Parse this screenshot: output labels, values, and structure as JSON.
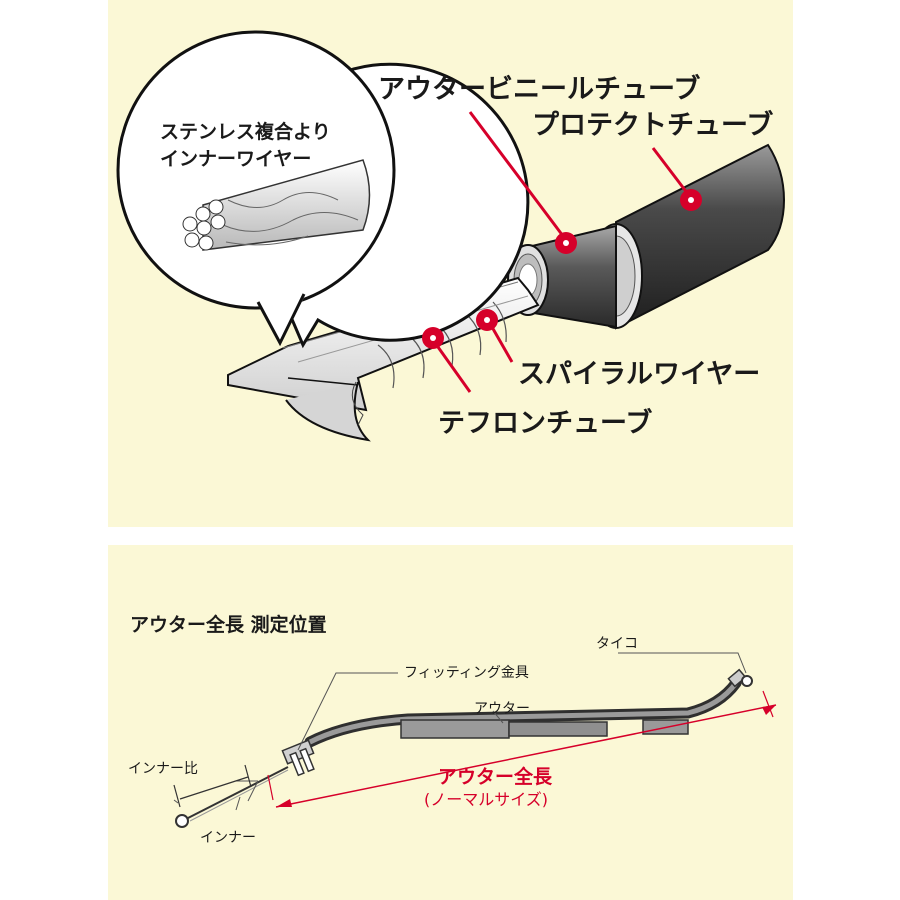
{
  "top": {
    "callout_line1": "ステンレス複合より",
    "callout_line2": "インナーワイヤー",
    "outer_vinyl_tube": "アウタービニールチューブ",
    "protect_tube": "プロテクトチューブ",
    "spiral_wire": "スパイラルワイヤー",
    "teflon_tube": "テフロンチューブ"
  },
  "bottom": {
    "title": "アウター全長 測定位置",
    "taiko": "タイコ",
    "fitting": "フィッティング金具",
    "outer": "アウター",
    "inner_ratio": "インナー比",
    "inner": "インナー",
    "outer_length": "アウター全長",
    "normal_size": "(ノーマルサイズ)"
  },
  "colors": {
    "background": "#fbf8d6",
    "marker_red": "#d6002a",
    "cable_dark": "#3a3a3a"
  }
}
